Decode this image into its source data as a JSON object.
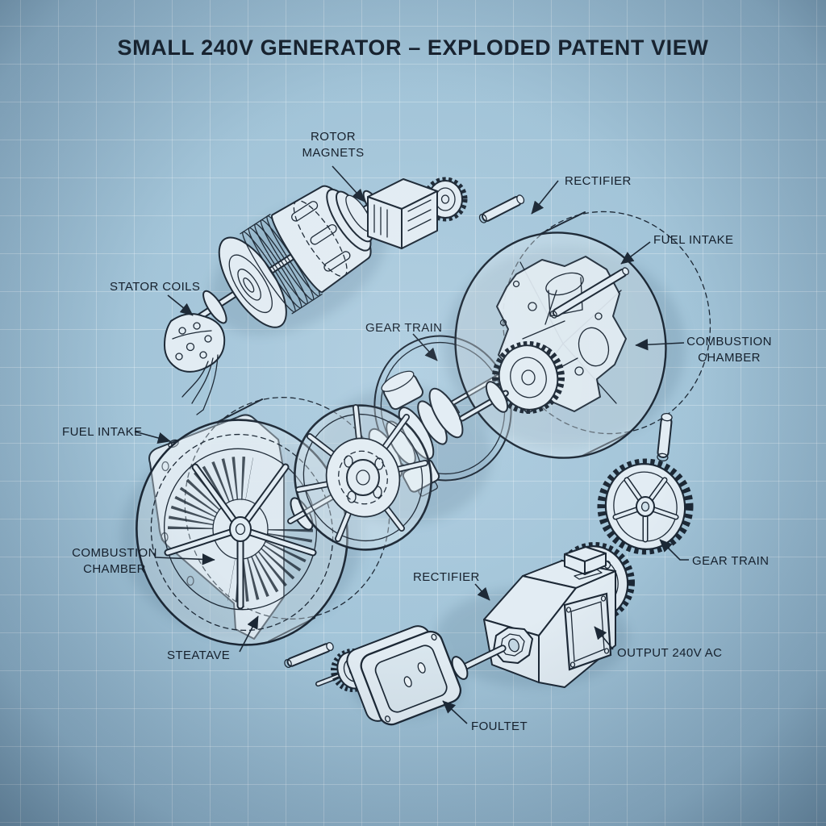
{
  "title": "SMALL 240V GENERATOR – EXPLODED PATENT VIEW",
  "labels": {
    "rotor_magnets": "ROTOR\nMAGNETS",
    "rectifier_top": "RECTIFIER",
    "fuel_intake_right": "FUEL INTAKE",
    "stator_coils": "STATOR COILS",
    "gear_train_center": "GEAR TRAIN",
    "combustion_chamber_right": "COMBUSTION\nCHAMBER",
    "fuel_intake_left": "FUEL INTAKE",
    "combustion_chamber_left": "COMBUSTION\nCHAMBER",
    "stator_valve": "STEATAVE",
    "rectifier_bottom": "RECTIFIER",
    "gear_train_right": "GEAR TRAIN",
    "output_240v": "OUTPUT 240V AC",
    "outlet": "FOULTET"
  },
  "colors": {
    "ink": "#1c2835",
    "part_fill": "#e2ecf3",
    "background_center": "#aecde0",
    "background_edge": "#6d92ab",
    "grid_line": "#ffffff"
  }
}
